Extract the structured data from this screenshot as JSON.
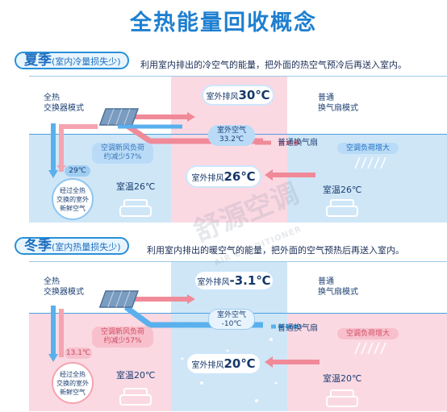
{
  "title": "全热能量回收概念",
  "summer": {
    "season": "夏季",
    "subtitle": "(室内冷量损失少)",
    "description": "利用室内排出的冷空气的能量，把外面的热空气预冷后再送入室内。",
    "left_mode": [
      "全热",
      "交换器模式"
    ],
    "right_mode": [
      "普通",
      "换气扇模式"
    ],
    "exhaust_label": "室外排风",
    "exhaust_temp": "30℃",
    "outdoor_air": [
      "室外空气",
      "33.2℃"
    ],
    "normal_fan": "普通换气扇",
    "load_increase": "空调负荷增大",
    "load_reduced": [
      "空调新风负荷",
      "约减少57%"
    ],
    "supply_temp": "29℃",
    "fresh_air_note": [
      "经过全热",
      "交换的室外",
      "新鲜空气"
    ],
    "room_temp_left": "室温26℃",
    "exhaust_label_2": "室外排风",
    "exhaust_temp_2": "26℃",
    "room_temp_right": "室温26℃"
  },
  "winter": {
    "season": "冬季",
    "subtitle": "(室内热量损失少)",
    "description": "利用室内排出的暖空气的能量，把外面的空气预热后再送入室内。",
    "left_mode": [
      "全热",
      "交换器模式"
    ],
    "right_mode": [
      "普通",
      "换气扇模式"
    ],
    "exhaust_label": "室外排风",
    "exhaust_temp": "-3.1℃",
    "outdoor_air": [
      "室外空气",
      "-10℃"
    ],
    "normal_fan": "普通换气扇",
    "load_increase": "空调负荷增大",
    "load_reduced": [
      "空调新风负荷",
      "约减少57%"
    ],
    "supply_temp": "13.1℃",
    "fresh_air_note": [
      "经过全热",
      "交换的室外",
      "新鲜空气"
    ],
    "room_temp_left": "室温20℃",
    "exhaust_label_2": "室外排风",
    "exhaust_temp_2": "20℃",
    "room_temp_right": "室温20℃"
  },
  "watermark": {
    "brand": "舒源空调",
    "english": "AIR CONDITIONER"
  },
  "colors": {
    "summer_pink": "#fbd9e3",
    "summer_blue": "#cfe6f7",
    "winter_pink": "#fbd9e3",
    "winter_blue": "#cfe6f7",
    "accent": "#2a8fd8",
    "warm_arrow": "#f08a98",
    "cool_arrow": "#5ab0ec"
  }
}
